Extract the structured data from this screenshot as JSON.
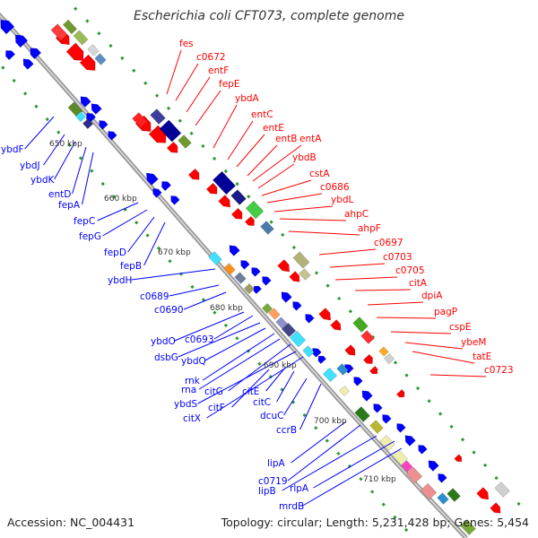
{
  "title": "Escherichia coli CFT073, complete genome",
  "footer": {
    "accession": "Accession: NC_004431",
    "summary": "Topology: circular; Length: 5,231,428 bp; Genes: 5,454"
  },
  "colors": {
    "forward": "#ff0000",
    "reverse": "#0000ff",
    "dot": "#2a9a2a",
    "backbone": "#888888",
    "tick_text": "#333333"
  },
  "ticks": [
    "650 kbp",
    "660 kbp",
    "670 kbp",
    "680 kbp",
    "690 kbp",
    "700 kbp",
    "710 kbp"
  ],
  "genes_forward": [
    "fes",
    "c0672",
    "entF",
    "fepE",
    "ybdA",
    "entC",
    "entE",
    "entB",
    "entA",
    "ybdB",
    "cstA",
    "c0686",
    "ybdL",
    "ahpC",
    "ahpF",
    "c0697",
    "c0703",
    "c0705",
    "citA",
    "dpiA",
    "pagP",
    "cspE",
    "ybeM",
    "tatE",
    "c0723"
  ],
  "genes_reverse": [
    "ybdF",
    "ybdJ",
    "ybdK",
    "entD",
    "fepA",
    "fepC",
    "fepG",
    "fepD",
    "fepB",
    "ybdH",
    "c0689",
    "c0690",
    "ybdO",
    "c0693",
    "dsbG",
    "ybdQ",
    "rnk",
    "rna",
    "citG",
    "ybdS",
    "citX",
    "citF",
    "citE",
    "citC",
    "dcuC",
    "ccrB",
    "lipA",
    "c0719",
    "lipB",
    "rlpA",
    "mrdB"
  ]
}
